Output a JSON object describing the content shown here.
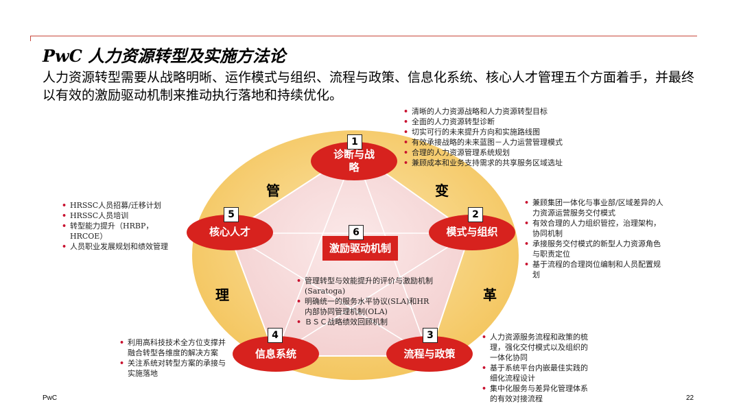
{
  "header": {
    "title": "PwC 人力资源转型及实施方法论",
    "subtitle": "人力资源转型需要从战略明晰、运作模式与组织、流程与政策、信息化系统、核心人才管理五个方面着手，并最终以有效的激励驱动机制来推动执行落地和持续优化。"
  },
  "ring": {
    "chars": [
      "管",
      "变",
      "理",
      "革"
    ]
  },
  "nodes": [
    {
      "num": "1",
      "label_line1": "诊断与战",
      "label_line2": "略"
    },
    {
      "num": "2",
      "label_line1": "模式与组织"
    },
    {
      "num": "3",
      "label_line1": "流程与政策"
    },
    {
      "num": "4",
      "label_line1": "信息系统"
    },
    {
      "num": "5",
      "label_line1": "核心人才"
    },
    {
      "num": "6",
      "label_line1": "激励驱动机制"
    }
  ],
  "bullets": {
    "strategy": [
      "清晰的人力资源战略和人力资源转型目标",
      "全面的人力资源转型诊断",
      "切实可行的未来提升方向和实施路线图",
      "有效承接战略的未来蓝图－人力运营管理模式",
      "合理的人力资源管理系统规划",
      "兼顾成本和业务支持需求的共享服务区域选址"
    ],
    "model": [
      "兼顾集团一体化与事业部/区域差异的人力资源运营服务交付模式",
      "有效合理的人力组织管控，治理架构，协同机制",
      "承接服务交付模式的新型人力资源角色与职责定位",
      "基于流程的合理岗位编制和人员配置规划"
    ],
    "talent": [
      "HRSSC人员招募/迁移计划",
      "HRSSC人员培训",
      "转型能力提升（HRBP，HRCOE）",
      "人员职业发展规划和绩效管理"
    ],
    "incentive": [
      "管理转型与效能提升的评价与激励机制(Saratoga)",
      "明确统一的服务水平协议(SLA)和HR内部协同管理机制(OLA)",
      "ＢＳＣ战略绩效回顾机制"
    ],
    "system": [
      "利用高科技技术全方位支撑并融合转型各维度的解决方案",
      "关注系统对转型方案的承接与实施落地"
    ],
    "process": [
      "人力资源服务流程和政策的梳理，强化交付模式以及组织的一体化协同",
      "基于系统平台内嵌最佳实践的细化流程设计",
      "集中化服务与差异化管理体系的有效对接流程"
    ]
  },
  "footer": {
    "brand": "PwC",
    "page": "22"
  },
  "colors": {
    "accent": "#d7221e",
    "ring": "#f6c96a",
    "pentagon": "#f8dcdc",
    "line": "#c8453a"
  }
}
